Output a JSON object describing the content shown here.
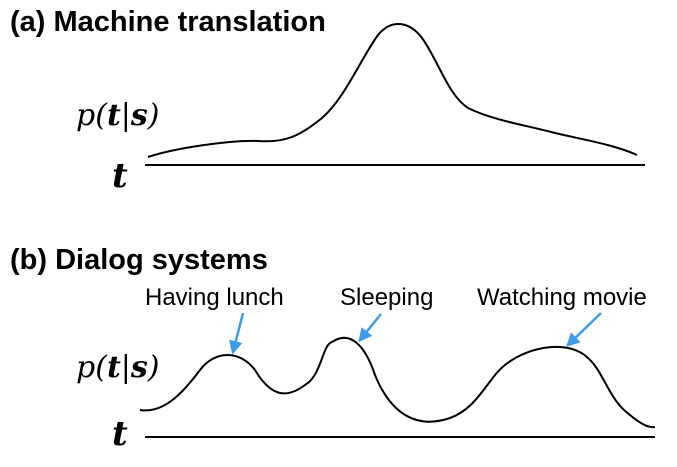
{
  "panels": {
    "a": {
      "title": "(a) Machine translation",
      "ylabel": {
        "p": "p",
        "t": "t",
        "bar": "|",
        "s": "s"
      },
      "xlabel": "t"
    },
    "b": {
      "title": "(b) Dialog systems",
      "ylabel": {
        "p": "p",
        "t": "t",
        "bar": "|",
        "s": "s"
      },
      "xlabel": "t",
      "annotations": [
        "Having lunch",
        "Sleeping",
        "Watching movie"
      ]
    }
  },
  "colors": {
    "curve": "#000000",
    "arrow": "#3d9be9"
  }
}
